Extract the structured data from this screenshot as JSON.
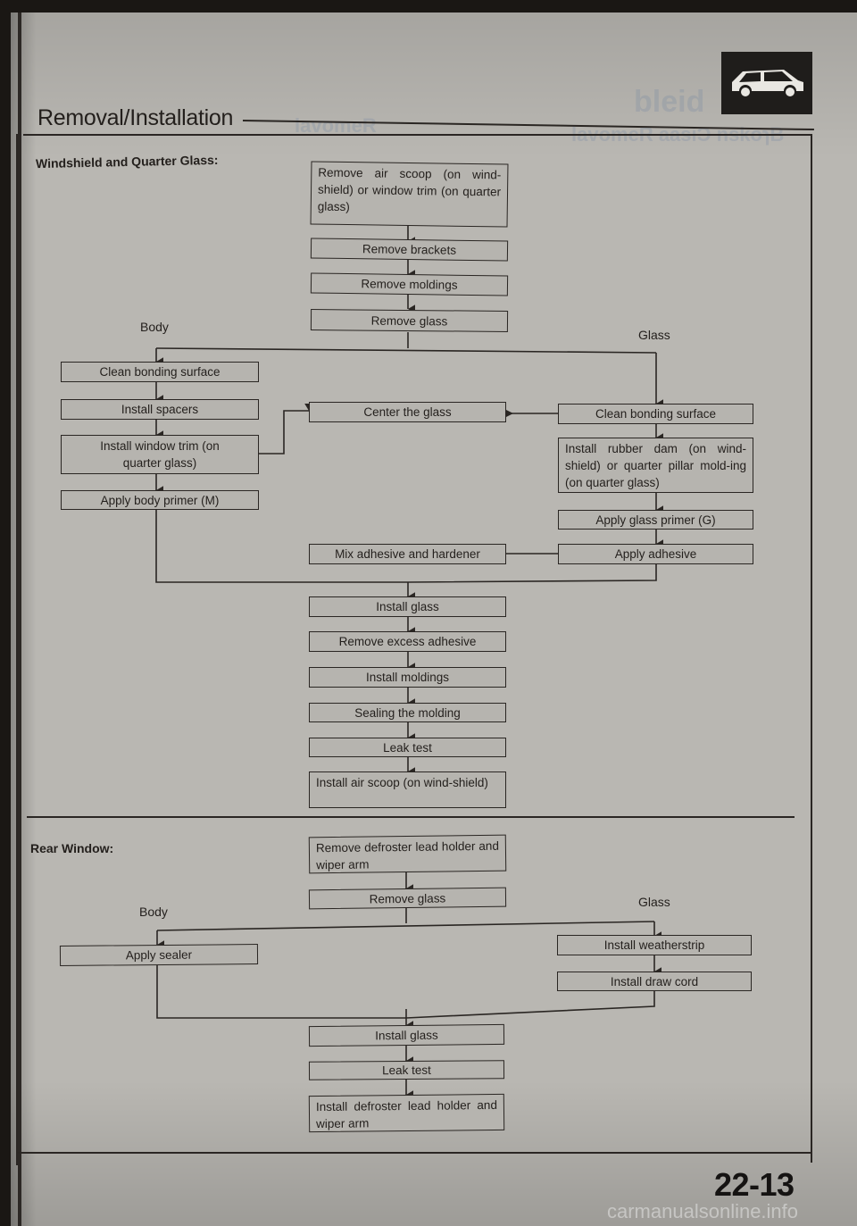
{
  "header": {
    "title": "Removal/Installation",
    "page_number": "22-13",
    "icon": "car-body-icon"
  },
  "watermark": "carmanualsonline.info",
  "windshield": {
    "title": "Windshield and Quarter Glass:",
    "body_label": "Body",
    "glass_label": "Glass",
    "steps_top": [
      "Remove air scoop (on wind-shield) or window trim (on quarter glass)",
      "Remove brackets",
      "Remove moldings",
      "Remove glass"
    ],
    "body_steps": [
      "Clean bonding surface",
      "Install spacers",
      "Install window trim (on quarter glass)",
      "Apply body primer (M)"
    ],
    "center_glass": "Center the glass",
    "mix_adhesive": "Mix adhesive and hardener",
    "glass_steps": [
      "Clean bonding surface",
      "Install rubber dam (on wind-shield) or quarter pillar mold-ing (on quarter glass)",
      "Apply glass primer (G)",
      "Apply adhesive"
    ],
    "final_steps": [
      "Install glass",
      "Remove excess adhesive",
      "Install moldings",
      "Sealing the molding",
      "Leak test",
      "Install air scoop (on wind-shield)"
    ]
  },
  "rear": {
    "title": "Rear Window:",
    "body_label": "Body",
    "glass_label": "Glass",
    "steps_top": [
      "Remove defroster lead holder and wiper arm",
      "Remove glass"
    ],
    "body_steps": [
      "Apply sealer"
    ],
    "glass_steps": [
      "Install weatherstrip",
      "Install draw cord"
    ],
    "final_steps": [
      "Install glass",
      "Leak test",
      "Install defroster lead holder and wiper arm"
    ]
  }
}
